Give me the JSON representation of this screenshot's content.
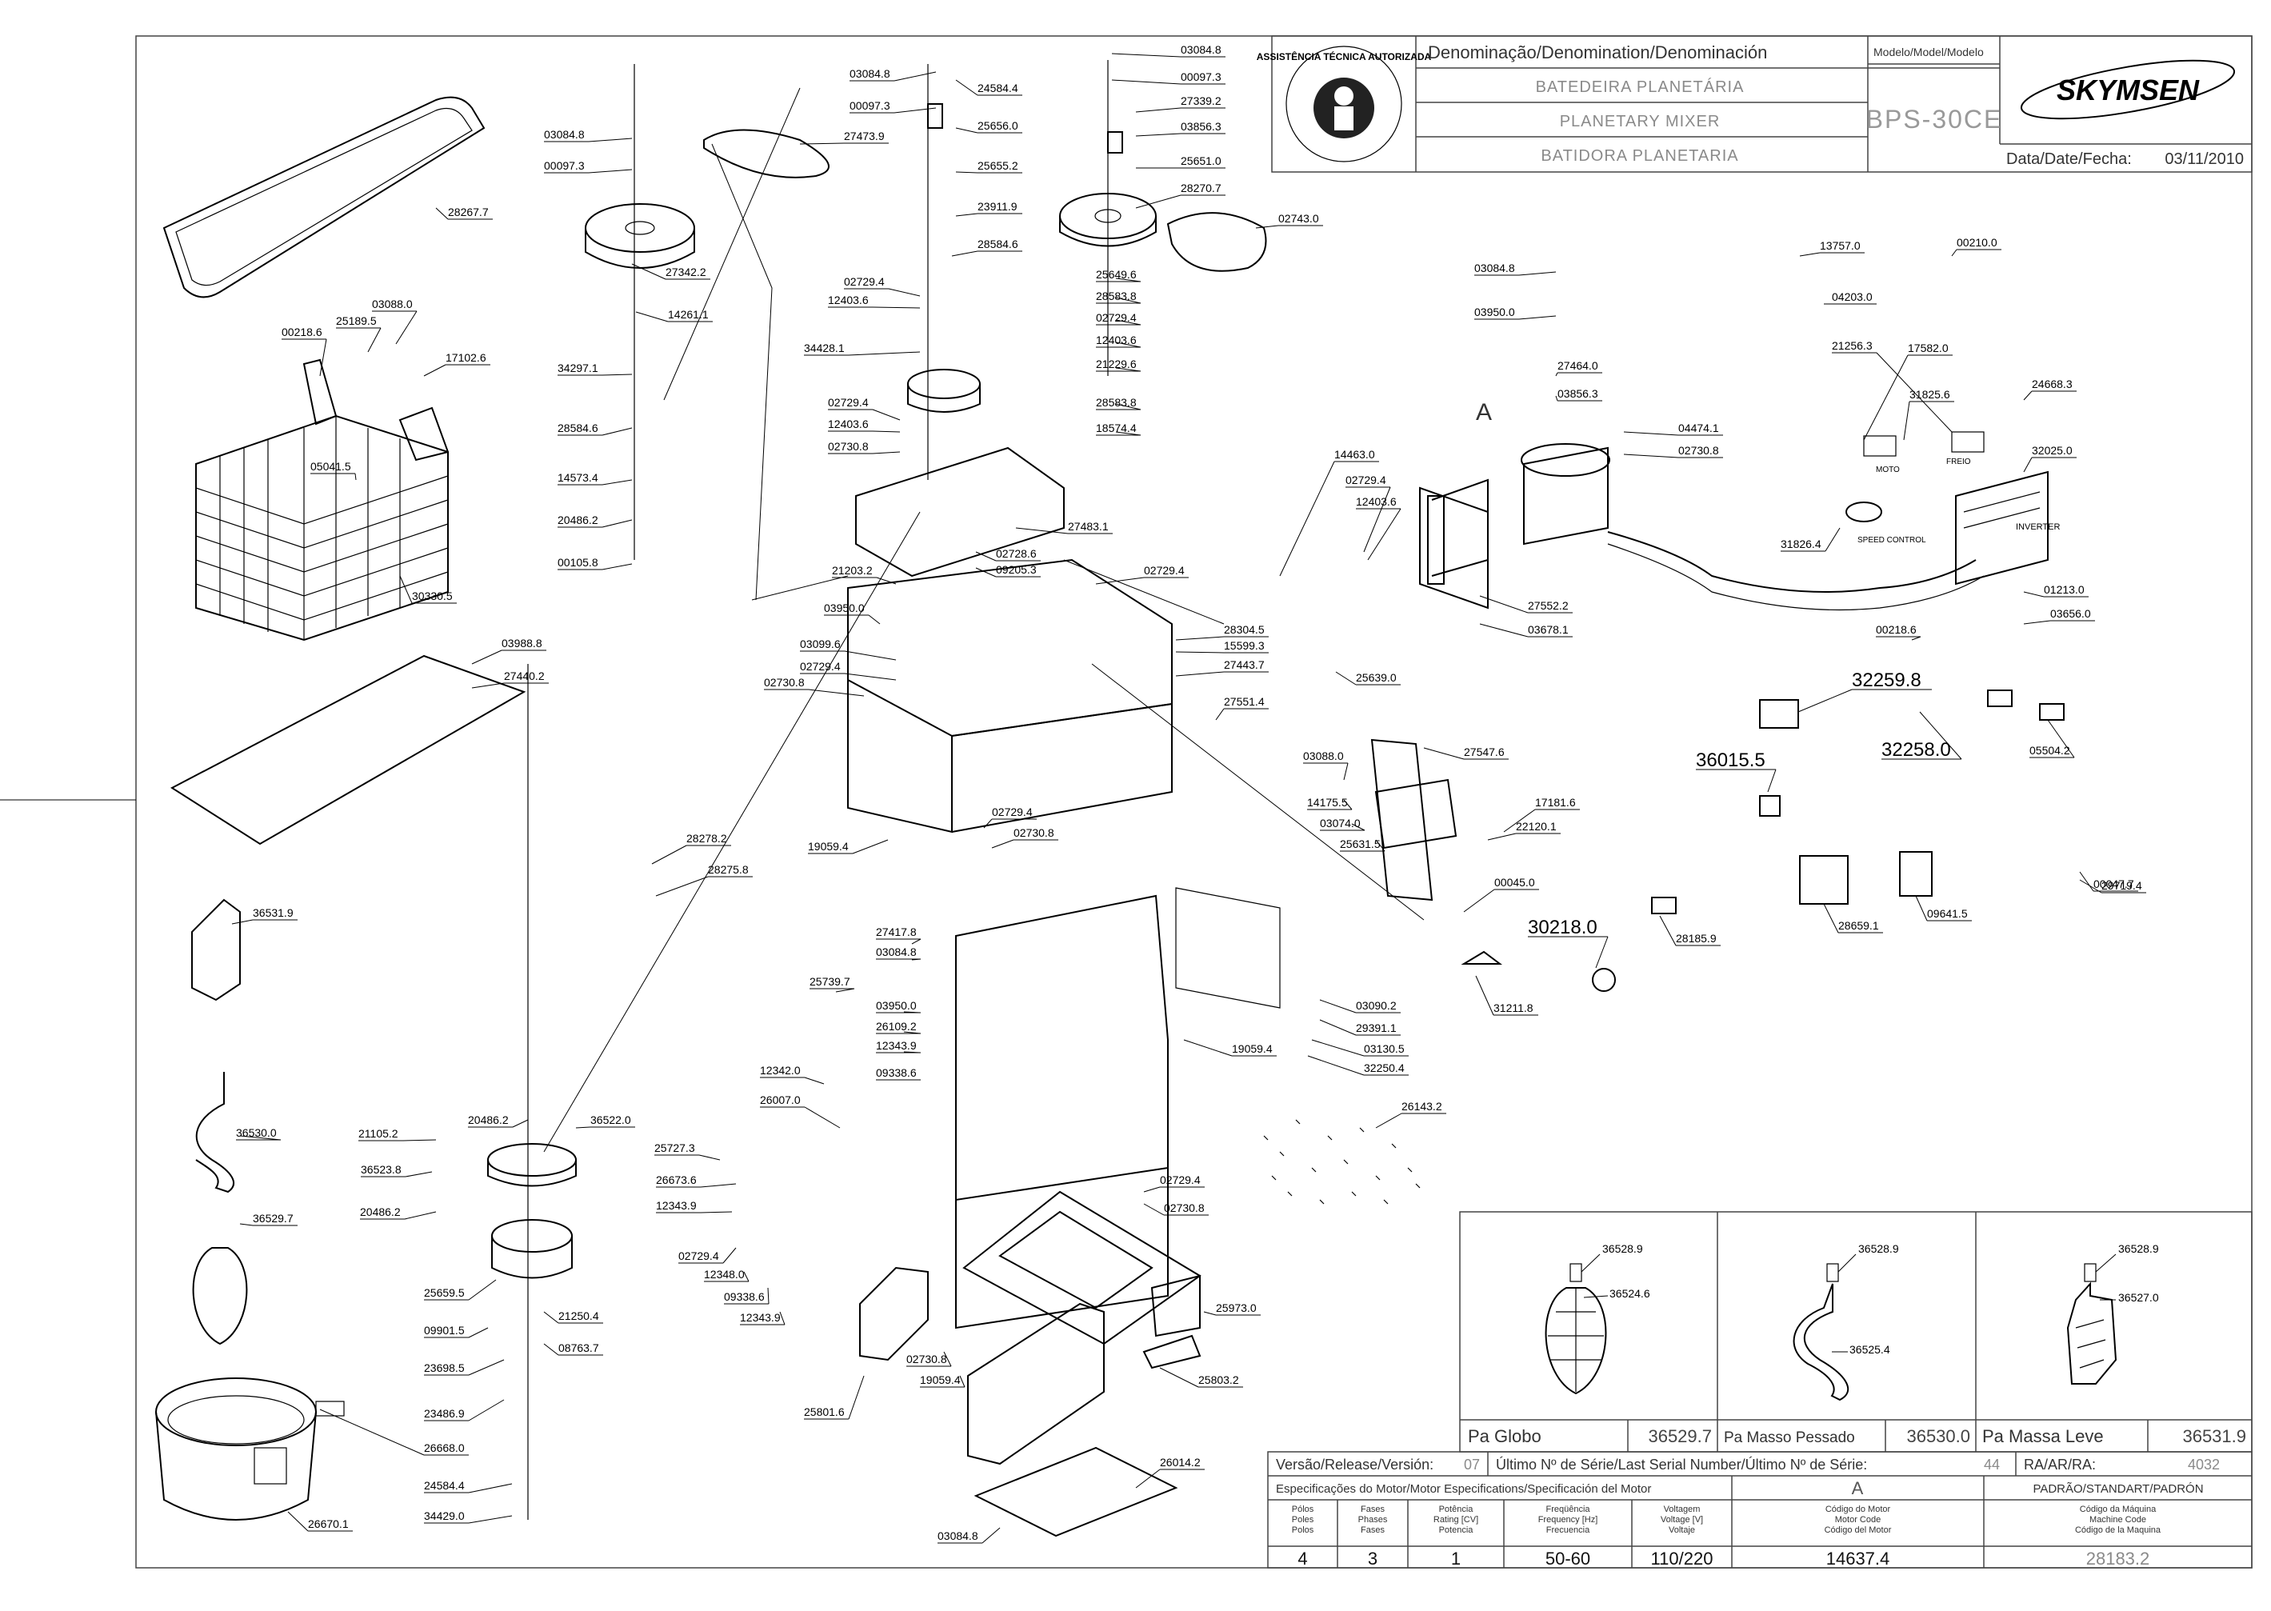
{
  "title_block": {
    "denomination_header": "Denominação/Denomination/Denominación",
    "name_pt": "BATEDEIRA PLANETÁRIA",
    "name_en": "PLANETARY MIXER",
    "name_es": "BATIDORA PLANETARIA",
    "model_header": "Modelo/Model/Modelo",
    "model_value": "BPS-30CE",
    "brand": "SKYMSEN",
    "date_label": "Data/Date/Fecha:",
    "date_value": "03/11/2010",
    "stamp_text": "ASSISTÊNCIA TÉCNICA AUTORIZADA"
  },
  "option_boxes": [
    {
      "label": "Pa Globo",
      "code": "36529.7",
      "parts": [
        "36528.9",
        "36524.6"
      ]
    },
    {
      "label": "Pa Masso Pessado",
      "code": "36530.0",
      "parts": [
        "36528.9",
        "36525.4"
      ]
    },
    {
      "label": "Pa Massa Leve",
      "code": "36531.9",
      "parts": [
        "36528.9",
        "36527.0"
      ]
    }
  ],
  "release": {
    "version_label": "Versão/Release/Versión:",
    "version_value": "07",
    "serial_label": "Último Nº de Série/Last Serial Number/Último Nº de Série:",
    "serial_value": "44",
    "ra_label": "RA/AR/RA:",
    "ra_value": "4032"
  },
  "motor_spec": {
    "header": "Especificações do Motor/Motor Especifications/Specificación del Motor",
    "motor_letter": "A",
    "standard_header": "PADRÃO/STANDART/PADRÓN",
    "columns": [
      {
        "name": "Pólos\nPoles\nPolos",
        "value": "4"
      },
      {
        "name": "Fases\nPhases\nFases",
        "value": "3"
      },
      {
        "name": "Potência\nRating [CV]\nPotencia",
        "value": "1"
      },
      {
        "name": "Freqüência\nFrequency [Hz]\nFrecuencia",
        "value": "50-60"
      },
      {
        "name": "Voltagem\nVoltage [V]\nVoltaje",
        "value": "110/220"
      },
      {
        "name": "Código do Motor\nMotor Code\nCódigo del Motor",
        "value": "14637.4"
      },
      {
        "name": "Código da Máquina\nMachine Code\nCódigo de la Maquina",
        "value": "28183.2"
      }
    ]
  },
  "callouts": {
    "motor_letter": "A",
    "moto_label": "MOTO",
    "freio_label": "FREIO",
    "speed_control": "SPEED CONTROL",
    "inverter": "INVERTER"
  },
  "part_labels": [
    "03084.8",
    "00097.3",
    "24584.4",
    "25656.0",
    "27473.9",
    "25655.2",
    "23911.9",
    "28584.6",
    "03084.8",
    "00097.3",
    "27342.2",
    "14261.1",
    "34297.1",
    "28584.6",
    "14573.4",
    "20486.2",
    "00105.8",
    "03084.8",
    "00097.3",
    "27339.2",
    "03856.3",
    "25651.0",
    "28270.7",
    "02743.0",
    "25649.6",
    "28583.8",
    "02729.4",
    "12403.6",
    "21229.6",
    "28583.8",
    "18574.4",
    "28267.7",
    "25189.5",
    "03088.0",
    "00218.6",
    "17102.6",
    "05041.5",
    "30330.5",
    "02729.4",
    "12403.6",
    "34428.1",
    "02729.4",
    "12403.6",
    "02730.8",
    "27483.1",
    "02728.6",
    "09205.3",
    "21203.2",
    "03950.0",
    "03099.6",
    "02729.4",
    "02730.8",
    "02729.4",
    "28304.5",
    "15599.3",
    "27443.7",
    "27551.4",
    "19059.4",
    "03988.8",
    "27440.2",
    "28278.2",
    "28275.8",
    "36531.9",
    "03084.8",
    "03950.0",
    "27464.0",
    "03856.3",
    "04474.1",
    "02730.8",
    "14463.0",
    "02729.4",
    "12403.6",
    "27552.2",
    "03678.1",
    "25639.0",
    "27547.6",
    "13757.0",
    "00210.0",
    "04203.0",
    "17582.0",
    "31825.6",
    "21256.3",
    "24668.3",
    "32025.0",
    "31826.4",
    "01213.0",
    "00218.6",
    "03656.0",
    "32259.8",
    "32258.0",
    "05504.2",
    "36015.5",
    "28659.1",
    "09641.5",
    "29719.4",
    "00047.7",
    "03088.0",
    "14175.5",
    "03074.0",
    "25631.5",
    "17181.6",
    "22120.1",
    "00045.0",
    "30218.0",
    "28185.9",
    "31211.8",
    "02729.4",
    "02730.8",
    "27417.8",
    "03084.8",
    "25739.7",
    "03950.0",
    "26109.2",
    "12343.9",
    "09338.6",
    "03090.2",
    "29391.1",
    "03130.5",
    "32250.4",
    "19059.4",
    "12342.0",
    "26007.0",
    "25727.3",
    "26673.6",
    "12343.9",
    "02729.4",
    "12348.0",
    "09338.6",
    "12343.9",
    "02729.4",
    "02730.8",
    "25973.0",
    "02730.8",
    "19059.4",
    "25801.6",
    "25803.2",
    "26014.2",
    "03084.8",
    "26143.2",
    "36530.0",
    "36529.7",
    "21105.2",
    "36523.8",
    "20486.2",
    "20486.2",
    "36522.0",
    "25659.5",
    "09901.5",
    "21250.4",
    "08763.7",
    "23698.5",
    "23486.9",
    "26668.0",
    "24584.4",
    "34429.0",
    "26670.1"
  ]
}
